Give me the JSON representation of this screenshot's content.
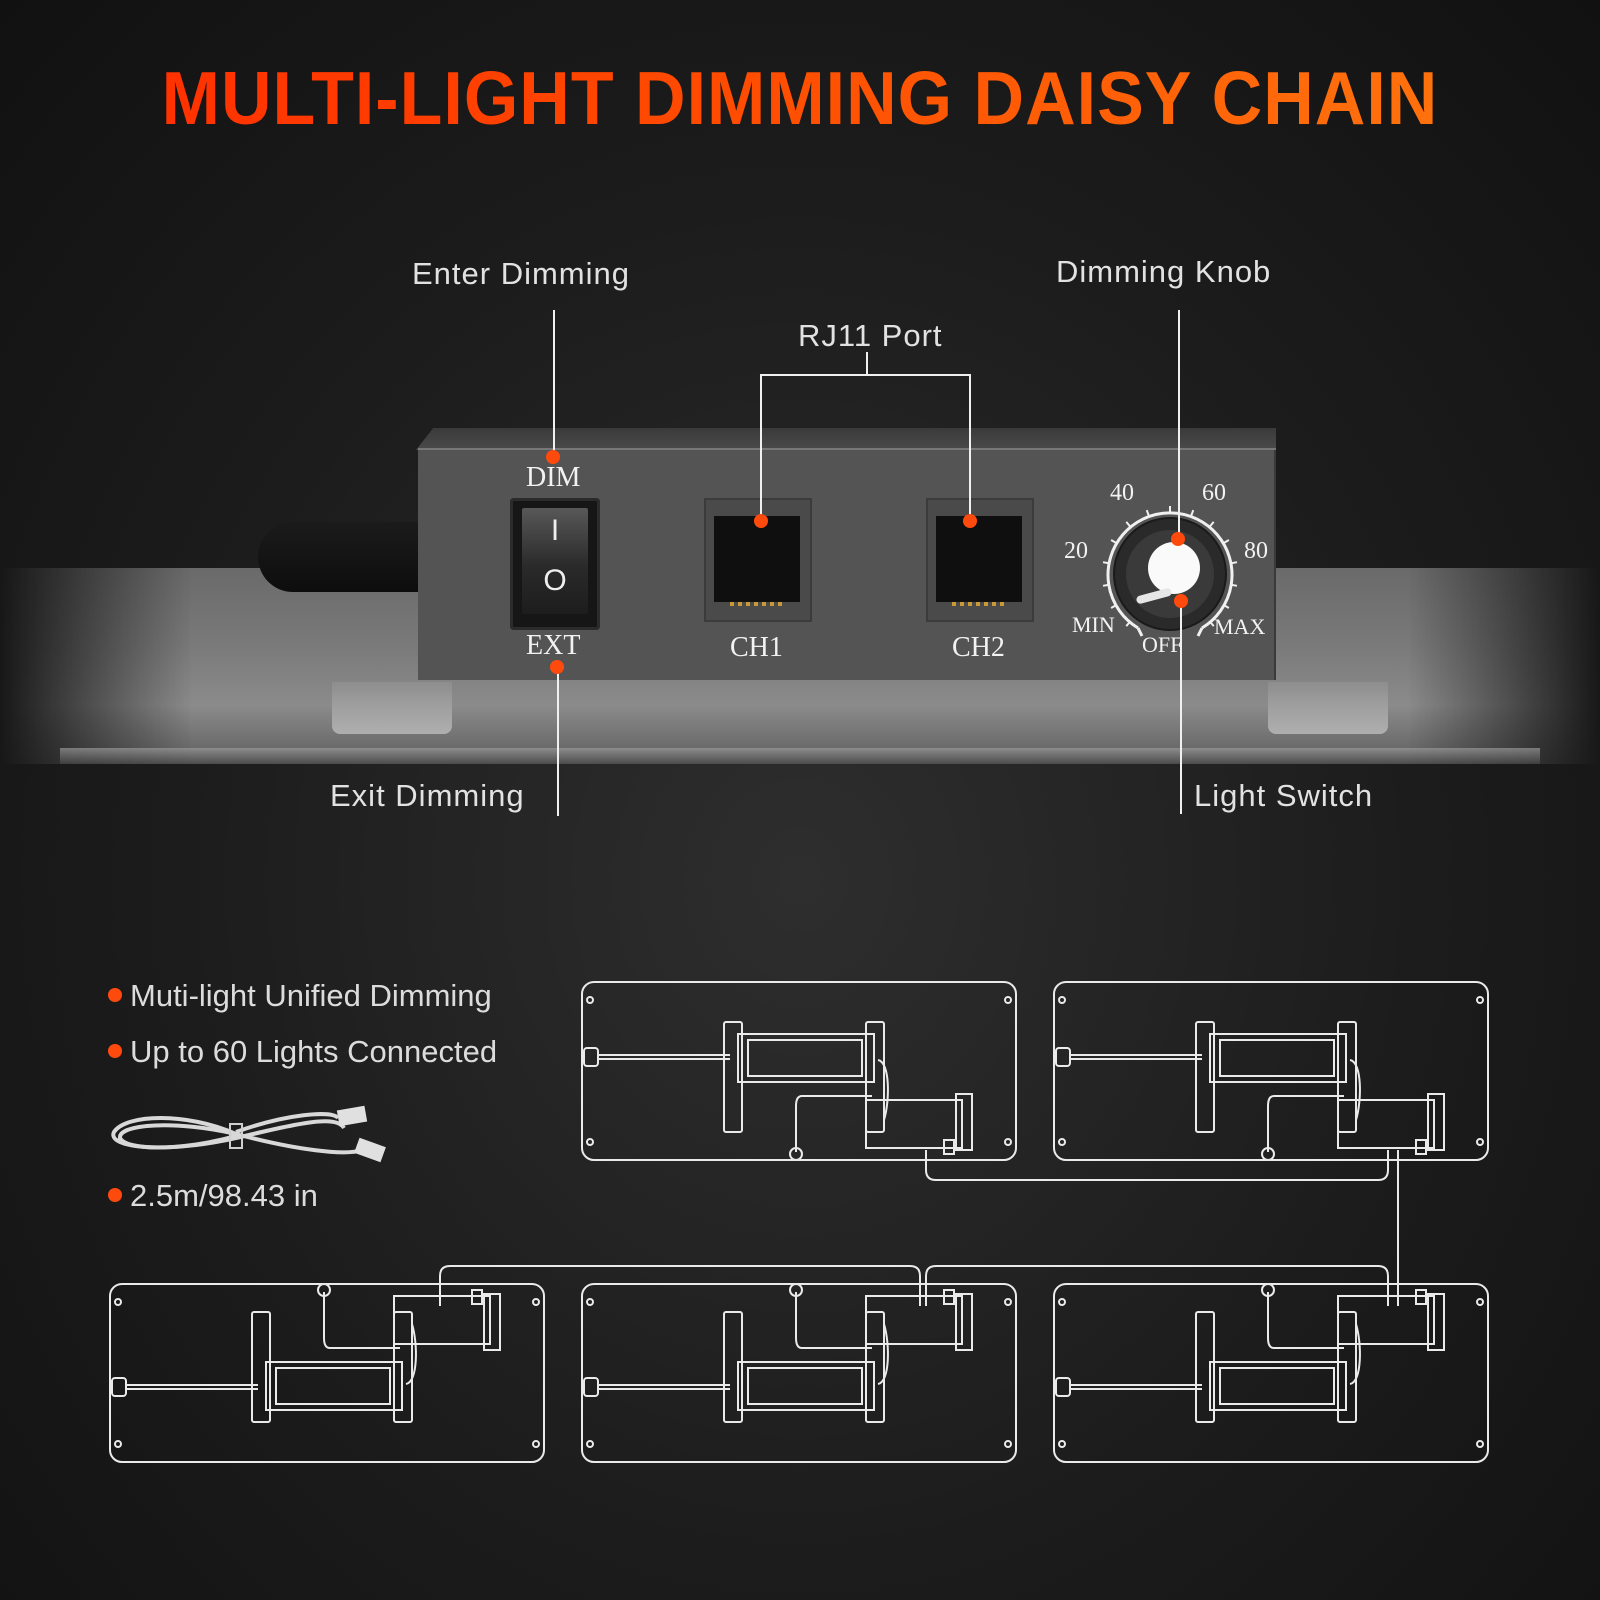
{
  "title": "MULTI-LIGHT DIMMING DAISY CHAIN",
  "colors": {
    "accent": "#ff4a0e",
    "title_start": "#ff2a00",
    "title_end": "#ff7a10",
    "label_text": "#e2e2e2",
    "background": "#1c1c1c",
    "device_body": "#545454"
  },
  "callouts": {
    "enter_dimming": "Enter Dimming",
    "exit_dimming": "Exit Dimming",
    "rj11_port": "RJ11 Port",
    "dimming_knob": "Dimming Knob",
    "light_switch": "Light Switch"
  },
  "device": {
    "switch": {
      "top_label": "DIM",
      "bottom_label": "EXT",
      "on_symbol": "I",
      "off_symbol": "O"
    },
    "ports": [
      {
        "label": "CH1"
      },
      {
        "label": "CH2"
      }
    ],
    "knob": {
      "scale_labels": {
        "s20": "20",
        "s40": "40",
        "s60": "60",
        "s80": "80",
        "min": "MIN",
        "max": "MAX",
        "off": "OFF"
      }
    }
  },
  "features": [
    {
      "text": "Muti-light Unified Dimming",
      "icon": "bullet-dot"
    },
    {
      "text": "Up to 60 Lights Connected",
      "icon": "bullet-dot"
    },
    {
      "text": "2.5m/98.43 in",
      "icon": "bullet-dot"
    }
  ],
  "cable_icon": "rj11-cable-icon",
  "diagram": {
    "panel_count": 5,
    "rows": [
      {
        "panels": [
          "light-1",
          "light-2"
        ]
      },
      {
        "panels": [
          "light-3",
          "light-4",
          "light-5"
        ]
      }
    ]
  }
}
